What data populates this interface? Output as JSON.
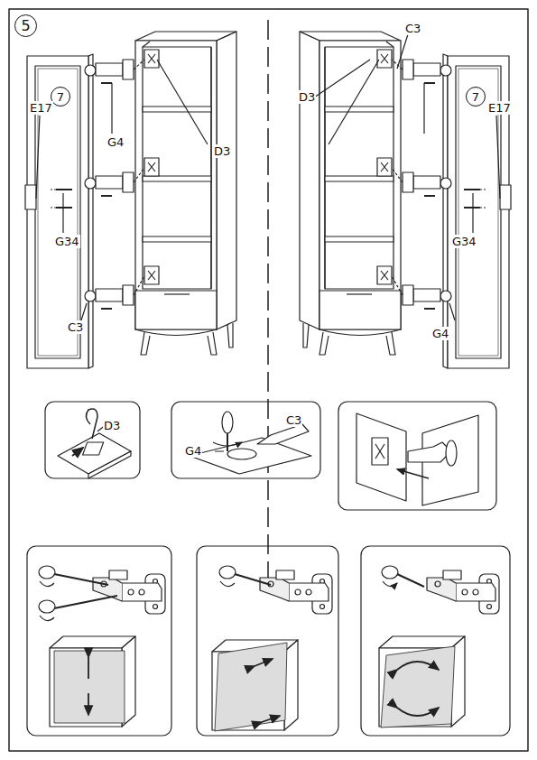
{
  "diagram": {
    "nodes": [
      {
        "text": [
          "5"
        ]
      },
      {
        "text": [
          "7"
        ]
      },
      {
        "text": [
          "7"
        ]
      }
    ],
    "labels": [
      "D3",
      "G4",
      "E17",
      "G34",
      "C3",
      "C3",
      "D3",
      "E17",
      "G34",
      "G4",
      "D3",
      "G4",
      "C3"
    ]
  }
}
